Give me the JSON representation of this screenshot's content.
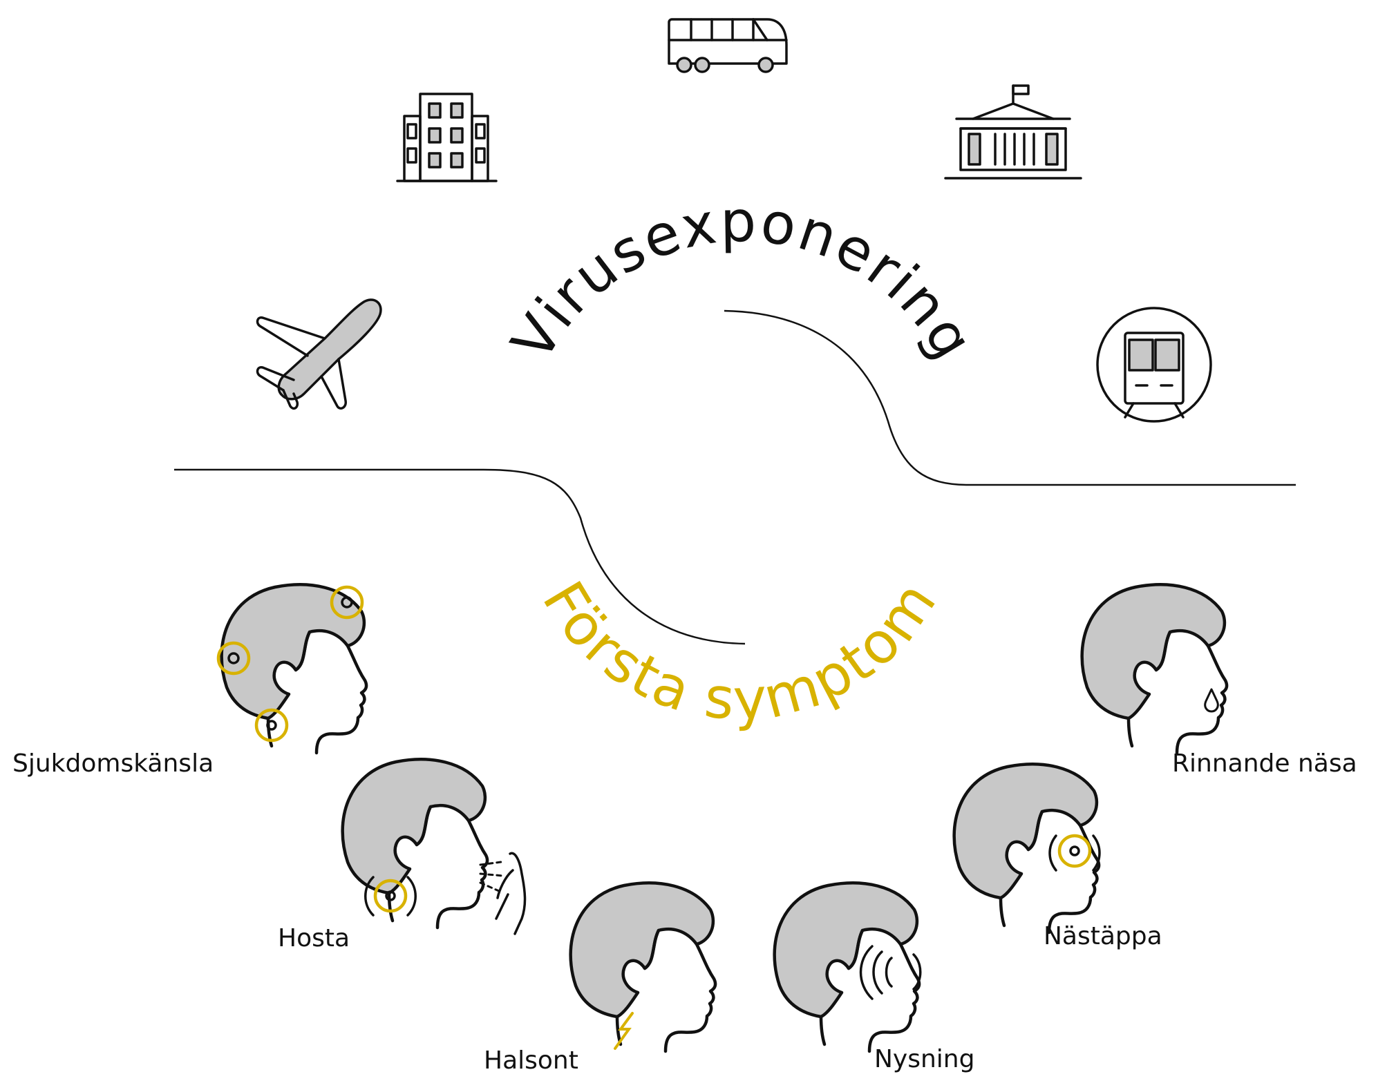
{
  "diagram": {
    "top_arc_label": "Virusexponering",
    "bottom_arc_label": "Första symptom",
    "exposure_icons": [
      "airplane-icon",
      "office-building-icon",
      "bus-icon",
      "government-building-icon",
      "train-icon"
    ],
    "symptoms": [
      {
        "id": "sjukdomskansla",
        "label": "Sjukdomskänsla"
      },
      {
        "id": "hosta",
        "label": "Hosta"
      },
      {
        "id": "halsont",
        "label": "Halsont"
      },
      {
        "id": "nysning",
        "label": "Nysning"
      },
      {
        "id": "nastappa",
        "label": "Nästäppa"
      },
      {
        "id": "rinnande-nasa",
        "label": "Rinnande näsa"
      }
    ],
    "colors": {
      "accent": "#d8b200",
      "hair": "#c8c8c8",
      "line": "#111111",
      "background": "#ffffff"
    }
  }
}
